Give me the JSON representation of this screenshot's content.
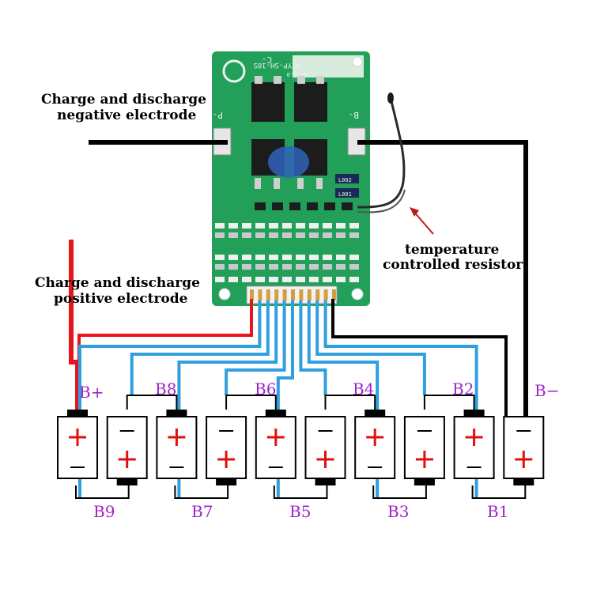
{
  "labels": {
    "negative_line1": "Charge and discharge",
    "negative_line2": "negative electrode",
    "positive_line1": "Charge and discharge",
    "positive_line2": "positive electrode",
    "temp_line1": "temperature",
    "temp_line2": "controlled resistor"
  },
  "board": {
    "model": "HXYP-SH-10S",
    "revision": "REV1.0",
    "pad_p": "P-",
    "pad_b": "B-",
    "pad_c": "C-",
    "chip1": "L002",
    "chip2": "L001"
  },
  "taps": {
    "top": [
      "B+",
      "B8",
      "B6",
      "B4",
      "B2",
      "B−"
    ],
    "bottom": [
      "B9",
      "B7",
      "B5",
      "B3",
      "B1"
    ]
  },
  "cells": {
    "count": 10,
    "orientation": [
      "up",
      "down",
      "up",
      "down",
      "up",
      "down",
      "up",
      "down",
      "up",
      "down"
    ]
  },
  "colors": {
    "pcb": "#22a05a",
    "pcb_dark": "#177a42",
    "positive_wire": "#e8141c",
    "negative_wire": "#000000",
    "balance_wire": "#2f9fe0",
    "tap_text": "#a024c8",
    "plus_sign": "#e01010"
  }
}
